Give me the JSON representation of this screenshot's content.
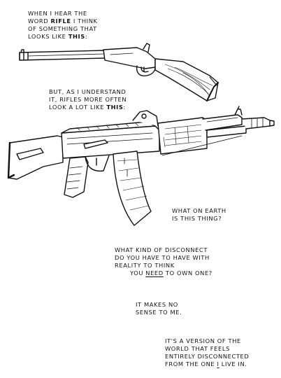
{
  "captions": {
    "c1": {
      "l1": "When I hear the",
      "l2a": "word ",
      "l2b": "rifle",
      "l2c": " I think",
      "l3": "of something that",
      "l4a": "looks like ",
      "l4b": "this",
      "l4c": ":"
    },
    "c2": {
      "l1": "But, as I understand",
      "l2": "it, rifles more often",
      "l3a": "look a lot like ",
      "l3b": "this",
      "l3c": ":"
    },
    "c3": {
      "l1": "What on earth",
      "l2": "is this thing?"
    },
    "c4": {
      "l1": "What kind of disconnect",
      "l2": "do you have to have with",
      "l3": "reality to think",
      "l4a": "you ",
      "l4b": "need",
      "l4c": " to own one?"
    },
    "c5": {
      "l1": "It makes no",
      "l2": "sense to me."
    },
    "c6": {
      "l1": "It's a version of the",
      "l2": "world that feels",
      "l3": "entirely disconnected",
      "l4a": "from the one ",
      "l4b": "I",
      "l4c": " live in."
    }
  },
  "colors": {
    "ink": "#111111",
    "paper": "#ffffff"
  },
  "icons": {
    "rifle_1": "lever-action-rifle-icon",
    "rifle_2": "assault-rifle-icon"
  }
}
